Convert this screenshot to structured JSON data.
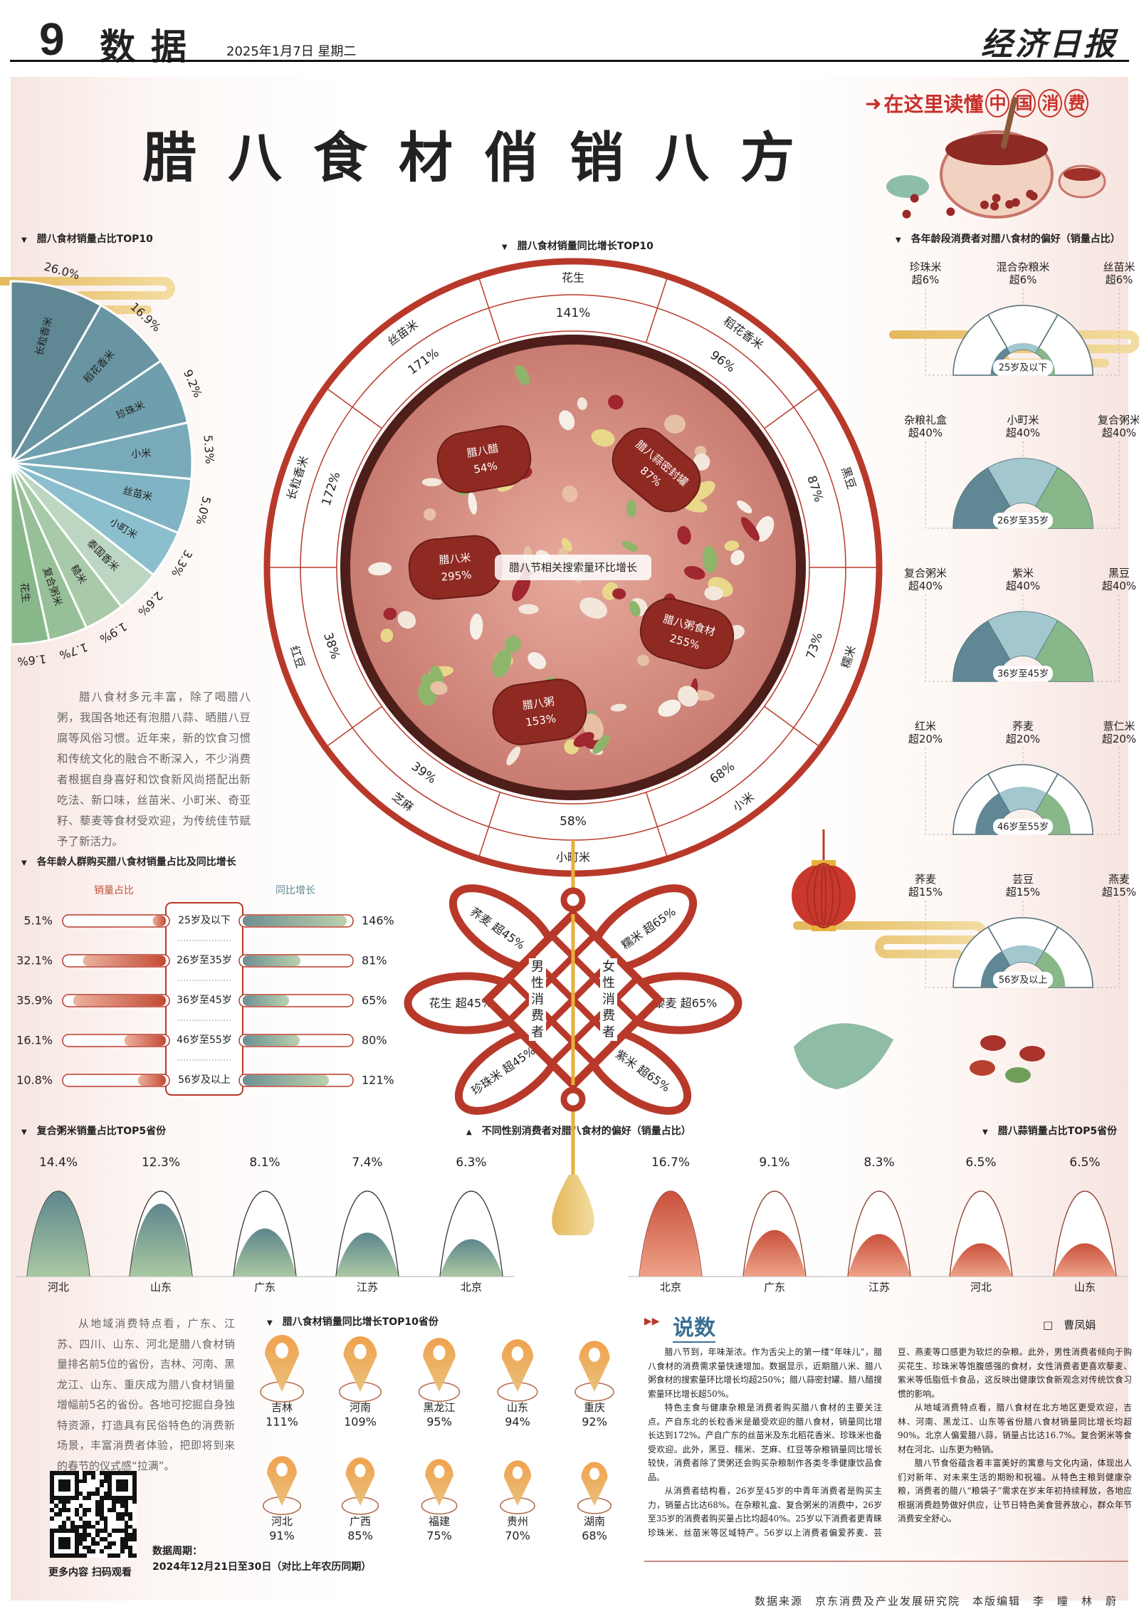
{
  "header": {
    "page_no": "9",
    "section": "数据",
    "date": "2025年1月7日  星期二",
    "paper": "经济日报"
  },
  "title": "腊八食材俏销八方",
  "slogan": {
    "prefix": "在这里读懂",
    "circled": [
      "中",
      "国",
      "消",
      "费"
    ]
  },
  "intro_text": "腊八食材多元丰富，除了喝腊八粥，我国各地还有泡腊八蒜、晒腊八豆腐等风俗习惯。近年来，新的饮食习惯和传统文化的融合不断深入，不少消费者根据自身喜好和饮食新风尚搭配出新吃法、新口味，丝苗米、小町米、奇亚籽、藜麦等食材受欢迎，为传统佳节赋予了新活力。",
  "region_text": "从地域消费特点看，广东、江苏、四川、山东、河北是腊八食材销量排名前5位的省份，吉林、河南、黑龙江、山东、重庆成为腊八食材销量增幅前5名的省份。各地可挖掘自身独特资源，打造具有民俗特色的消费新场景，丰富消费者体验，把即将到来的春节的仪式感“拉满”。",
  "qr_caption": "更多内容 扫码观看",
  "data_period": {
    "label": "数据周期：",
    "value": "2024年12月21日至30日（对比上年农历同期）"
  },
  "chart_data": {
    "share_top10": {
      "type": "pie",
      "title": "腊八食材销量占比TOP10",
      "unit": "%",
      "categories": [
        "长粒香米",
        "稻花香米",
        "珍珠米",
        "小米",
        "丝苗米",
        "小町米",
        "泰国香米",
        "糙米",
        "复合粥米",
        "花生"
      ],
      "values": [
        26.0,
        16.9,
        9.2,
        5.3,
        5.0,
        3.3,
        2.6,
        1.9,
        1.7,
        1.6
      ],
      "colors": [
        "#5f8894",
        "#6895a1",
        "#6f9fad",
        "#78aaba",
        "#80b3c3",
        "#8cbfce",
        "#bcd6c1",
        "#a8caa9",
        "#97c098",
        "#88b78a"
      ]
    },
    "growth_top10": {
      "type": "pie",
      "title": "腊八食材销量同比增长TOP10",
      "unit": "%",
      "categories": [
        "花生",
        "稻花香米",
        "黑豆",
        "糯米",
        "小米",
        "小町米",
        "芝麻",
        "红豆",
        "长粒香米",
        "丝苗米"
      ],
      "values": [
        141,
        96,
        87,
        73,
        68,
        58,
        39,
        38,
        172,
        171
      ]
    },
    "search_growth": {
      "type": "table",
      "title": "腊八节相关搜索量环比增长",
      "categories": [
        "腊八醋",
        "腊八蒜密封罐",
        "腊八米",
        "腊八粥食材",
        "腊八粥"
      ],
      "values": [
        54,
        87,
        295,
        255,
        153
      ],
      "unit": "%"
    },
    "age_bars": {
      "type": "bar",
      "title": "各年龄人群购买腊八食材销量占比及同比增长",
      "left_label": "销量占比",
      "right_label": "同比增长",
      "categories": [
        "25岁及以下",
        "26岁至35岁",
        "36岁至45岁",
        "46岁至55岁",
        "56岁及以上"
      ],
      "series": [
        {
          "name": "销量占比",
          "values": [
            5.1,
            32.1,
            35.9,
            16.1,
            10.8
          ]
        },
        {
          "name": "同比增长",
          "values": [
            146,
            81,
            65,
            80,
            121
          ]
        }
      ],
      "unit": "%"
    },
    "age_pref": {
      "type": "table",
      "title": "各年龄段消费者对腊八食材的偏好（销量占比）",
      "groups": [
        {
          "age": "25岁及以下",
          "items": [
            "珍珠米",
            "混合杂粮米",
            "丝苗米"
          ],
          "value": 6,
          "label": "超6%"
        },
        {
          "age": "26岁至35岁",
          "items": [
            "杂粮礼盒",
            "小町米",
            "复合粥米"
          ],
          "value": 40,
          "label": "超40%"
        },
        {
          "age": "36岁至45岁",
          "items": [
            "复合粥米",
            "紫米",
            "黑豆"
          ],
          "value": 40,
          "label": "超40%"
        },
        {
          "age": "46岁至55岁",
          "items": [
            "红米",
            "荞麦",
            "薏仁米"
          ],
          "value": 20,
          "label": "超20%"
        },
        {
          "age": "56岁及以上",
          "items": [
            "荞麦",
            "芸豆",
            "燕麦"
          ],
          "value": 15,
          "label": "超15%"
        }
      ]
    },
    "gender_pref": {
      "type": "table",
      "title": "不同性别消费者对腊八食材的偏好（销量占比）",
      "male": {
        "label": "男性消费者",
        "items": [
          {
            "name": "荞麦",
            "label": "超45%"
          },
          {
            "name": "花生",
            "label": "超45%"
          },
          {
            "name": "珍珠米",
            "label": "超45%"
          }
        ]
      },
      "female": {
        "label": "女性消费者",
        "items": [
          {
            "name": "糯米",
            "label": "超65%"
          },
          {
            "name": "藜麦",
            "label": "超65%"
          },
          {
            "name": "紫米",
            "label": "超65%"
          }
        ]
      }
    },
    "porridge_top5": {
      "type": "bar",
      "title": "复合粥米销量占比TOP5省份",
      "categories": [
        "河北",
        "山东",
        "广东",
        "江苏",
        "北京"
      ],
      "values": [
        14.4,
        12.3,
        8.1,
        7.4,
        6.3
      ],
      "unit": "%"
    },
    "garlic_top5": {
      "type": "bar",
      "title": "腊八蒜销量占比TOP5省份",
      "categories": [
        "北京",
        "广东",
        "江苏",
        "河北",
        "山东"
      ],
      "values": [
        16.7,
        9.1,
        8.3,
        6.5,
        6.5
      ],
      "unit": "%"
    },
    "province_growth": {
      "type": "bar",
      "title": "腊八食材销量同比增长TOP10省份",
      "categories": [
        "吉林",
        "河南",
        "黑龙江",
        "山东",
        "重庆",
        "河北",
        "广西",
        "福建",
        "贵州",
        "湖南"
      ],
      "values": [
        111,
        109,
        95,
        94,
        92,
        91,
        85,
        75,
        70,
        68
      ],
      "unit": "%"
    }
  },
  "article": {
    "title": "说数",
    "author": "曹凤娟",
    "paragraphs": [
      "腊八节到，年味渐浓。作为舌尖上的第一缕“年味儿”，腊八食材的消费需求量快速增加。数据显示，近期腊八米、腊八粥食材的搜索量环比增长均超250%；腊八蒜密封罐、腊八醋搜索量环比增长超50%。",
      "特色主食与健康杂粮是消费者购买腊八食材的主要关注点。产自东北的长粒香米是最受欢迎的腊八食材，销量同比增长达到172%。产自广东的丝苗米及东北稻花香米、珍珠米也备受欢迎。此外，黑豆、糯米、芝麻、红豆等杂粮销量同比增长较快，消费者除了煲粥还会购买杂粮制作各类冬季健康饮品食品。",
      "从消费者结构看，26岁至45岁的中青年消费者是购买主力，销量占比达68%。在杂粮礼盒、复合粥米的消费中，26岁至35岁的消费者购买量占比均超40%。25岁以下消费者更青睐珍珠米、丝苗米等区域特产。56岁以上消费者偏爱荞麦、芸豆、燕麦等口感更为软烂的杂粮。此外，男性消费者倾向于购买花生、珍珠米等饱腹感强的食材，女性消费者更喜欢藜麦、紫米等低脂低卡食品，这反映出健康饮食新观念对传统饮食习惯的影响。",
      "从地域消费特点看，腊八食材在北方地区更受欢迎，吉林、河南、黑龙江、山东等省份腊八食材销量同比增长均超90%。北京人偏爱腊八蒜，销量占比达16.7%。复合粥米等食材在河北、山东更为畅销。",
      "腊八节食俗蕴含着丰富美好的寓意与文化内涵，体现出人们对新年、对未来生活的期盼和祝福。从特色主粮到健康杂粮，消费者的腊八“粮袋子”需求在岁末年初持续释放，各地应根据消费趋势做好供应，让节日特色美食营养放心，群众年节消费安全舒心。"
    ]
  },
  "footer": "数据来源　京东消费及产业发展研究院　本版编辑　李　瞳　林　蔚",
  "colors": {
    "red": "#b8392a",
    "teal": "#5f8894",
    "green": "#88b78a",
    "orange": "#e99a45"
  }
}
